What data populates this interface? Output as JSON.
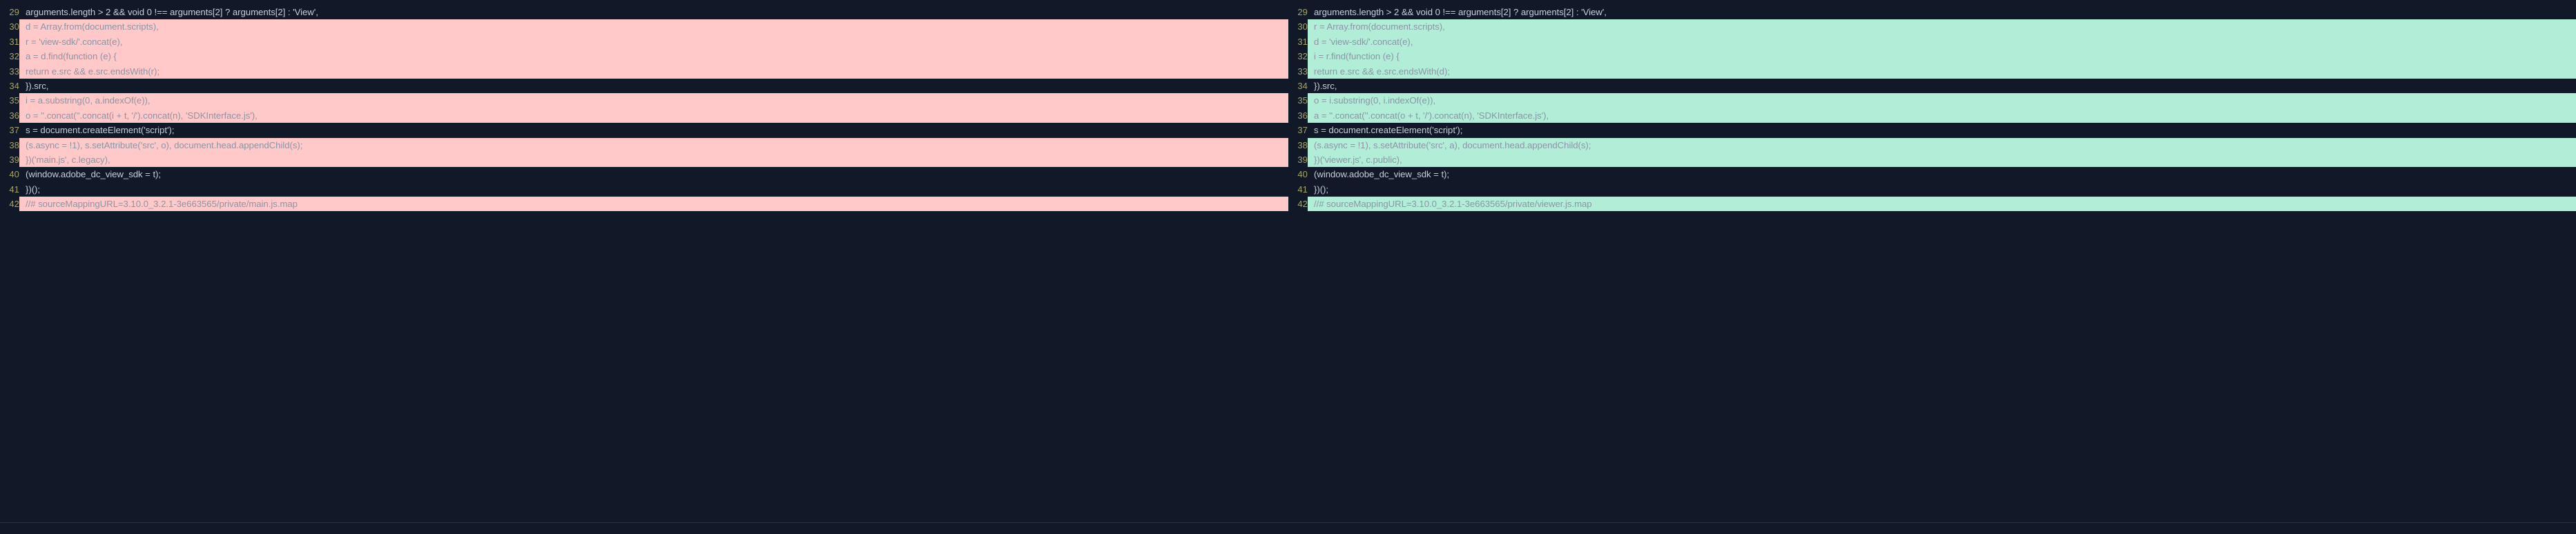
{
  "theme": {
    "background": "#111827",
    "removed_bg": "#ffc9c9",
    "added_bg": "#b2edd8",
    "line_number_color": "#a3a36b",
    "context_text_color": "#c6cedb",
    "changed_text_color": "#8b95a6",
    "rule_color": "#273142"
  },
  "panes": [
    {
      "id": "old",
      "side": "left",
      "rows": [
        {
          "line": "29",
          "type": "context",
          "code": "arguments.length > 2 && void 0 !== arguments[2] ? arguments[2] : 'View',"
        },
        {
          "line": "30",
          "type": "removed",
          "code": "d = Array.from(document.scripts),"
        },
        {
          "line": "31",
          "type": "removed",
          "code": "r = 'view-sdk/'.concat(e),"
        },
        {
          "line": "32",
          "type": "removed",
          "code": "a = d.find(function (e) {"
        },
        {
          "line": "33",
          "type": "removed",
          "code": "return e.src && e.src.endsWith(r);"
        },
        {
          "line": "34",
          "type": "context",
          "code": "}).src,"
        },
        {
          "line": "35",
          "type": "removed",
          "code": "i = a.substring(0, a.indexOf(e)),"
        },
        {
          "line": "36",
          "type": "removed",
          "code": "o = ''.concat(''.concat(i + t, '/').concat(n), 'SDKInterface.js'),"
        },
        {
          "line": "37",
          "type": "context",
          "code": "s = document.createElement('script');"
        },
        {
          "line": "38",
          "type": "removed",
          "code": "(s.async = !1), s.setAttribute('src', o), document.head.appendChild(s);"
        },
        {
          "line": "39",
          "type": "removed",
          "code": "})('main.js', c.legacy),"
        },
        {
          "line": "40",
          "type": "context",
          "code": "(window.adobe_dc_view_sdk = t);"
        },
        {
          "line": "41",
          "type": "context",
          "code": "})();"
        },
        {
          "line": "42",
          "type": "removed",
          "code": "//# sourceMappingURL=3.10.0_3.2.1-3e663565/private/main.js.map"
        }
      ]
    },
    {
      "id": "new",
      "side": "right",
      "rows": [
        {
          "line": "29",
          "type": "context",
          "code": "arguments.length > 2 && void 0 !== arguments[2] ? arguments[2] : 'View',"
        },
        {
          "line": "30",
          "type": "added",
          "code": "r = Array.from(document.scripts),"
        },
        {
          "line": "31",
          "type": "added",
          "code": "d = 'view-sdk/'.concat(e),"
        },
        {
          "line": "32",
          "type": "added",
          "code": "i = r.find(function (e) {"
        },
        {
          "line": "33",
          "type": "added",
          "code": "return e.src && e.src.endsWith(d);"
        },
        {
          "line": "34",
          "type": "context",
          "code": "}).src,"
        },
        {
          "line": "35",
          "type": "added",
          "code": "o = i.substring(0, i.indexOf(e)),"
        },
        {
          "line": "36",
          "type": "added",
          "code": "a = ''.concat(''.concat(o + t, '/').concat(n), 'SDKInterface.js'),"
        },
        {
          "line": "37",
          "type": "context",
          "code": "s = document.createElement('script');"
        },
        {
          "line": "38",
          "type": "added",
          "code": "(s.async = !1), s.setAttribute('src', a), document.head.appendChild(s);"
        },
        {
          "line": "39",
          "type": "added",
          "code": "})('viewer.js', c.public),"
        },
        {
          "line": "40",
          "type": "context",
          "code": "(window.adobe_dc_view_sdk = t);"
        },
        {
          "line": "41",
          "type": "context",
          "code": "})();"
        },
        {
          "line": "42",
          "type": "added",
          "code": "//# sourceMappingURL=3.10.0_3.2.1-3e663565/private/viewer.js.map"
        }
      ]
    }
  ]
}
